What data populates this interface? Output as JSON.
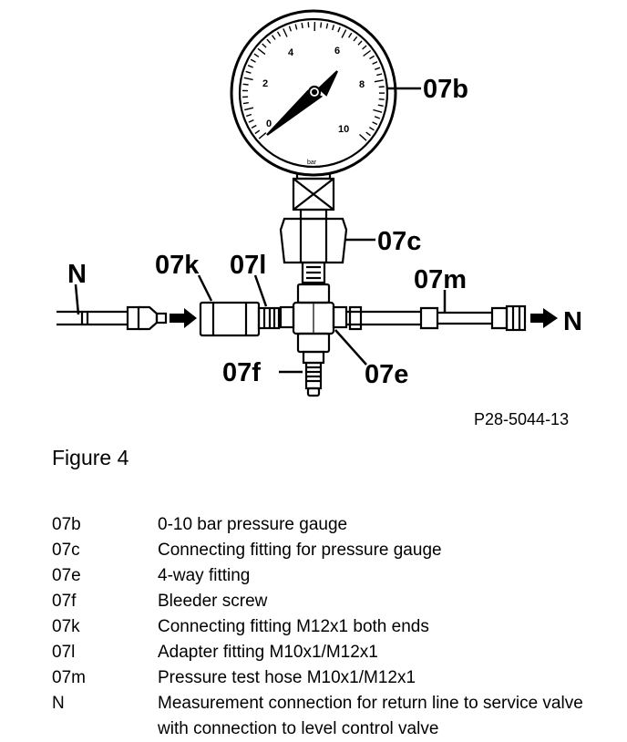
{
  "diagram": {
    "labels": {
      "gauge": "07b",
      "gauge_fitting": "07c",
      "four_way": "07e",
      "bleeder": "07f",
      "conn_fitting": "07k",
      "adapter": "07l",
      "hose": "07m",
      "left_n": "N",
      "right_n": "N"
    },
    "dial": {
      "ticks": [
        "0",
        "2",
        "4",
        "6",
        "8",
        "10"
      ],
      "unit": "bar"
    }
  },
  "reference": "P28-5044-13",
  "figure_title": "Figure 4",
  "legend": [
    {
      "code": "07b",
      "desc": "0-10 bar pressure gauge"
    },
    {
      "code": "07c",
      "desc": "Connecting fitting for pressure gauge"
    },
    {
      "code": "07e",
      "desc": "4-way fitting"
    },
    {
      "code": "07f",
      "desc": "Bleeder screw"
    },
    {
      "code": "07k",
      "desc": "Connecting fitting M12x1 both ends"
    },
    {
      "code": "07l",
      "desc": "Adapter fitting M10x1/M12x1"
    },
    {
      "code": "07m",
      "desc": "Pressure test hose M10x1/M12x1"
    },
    {
      "code": "N",
      "desc": "Measurement connection for return line to service valve with connection to level control valve"
    }
  ]
}
